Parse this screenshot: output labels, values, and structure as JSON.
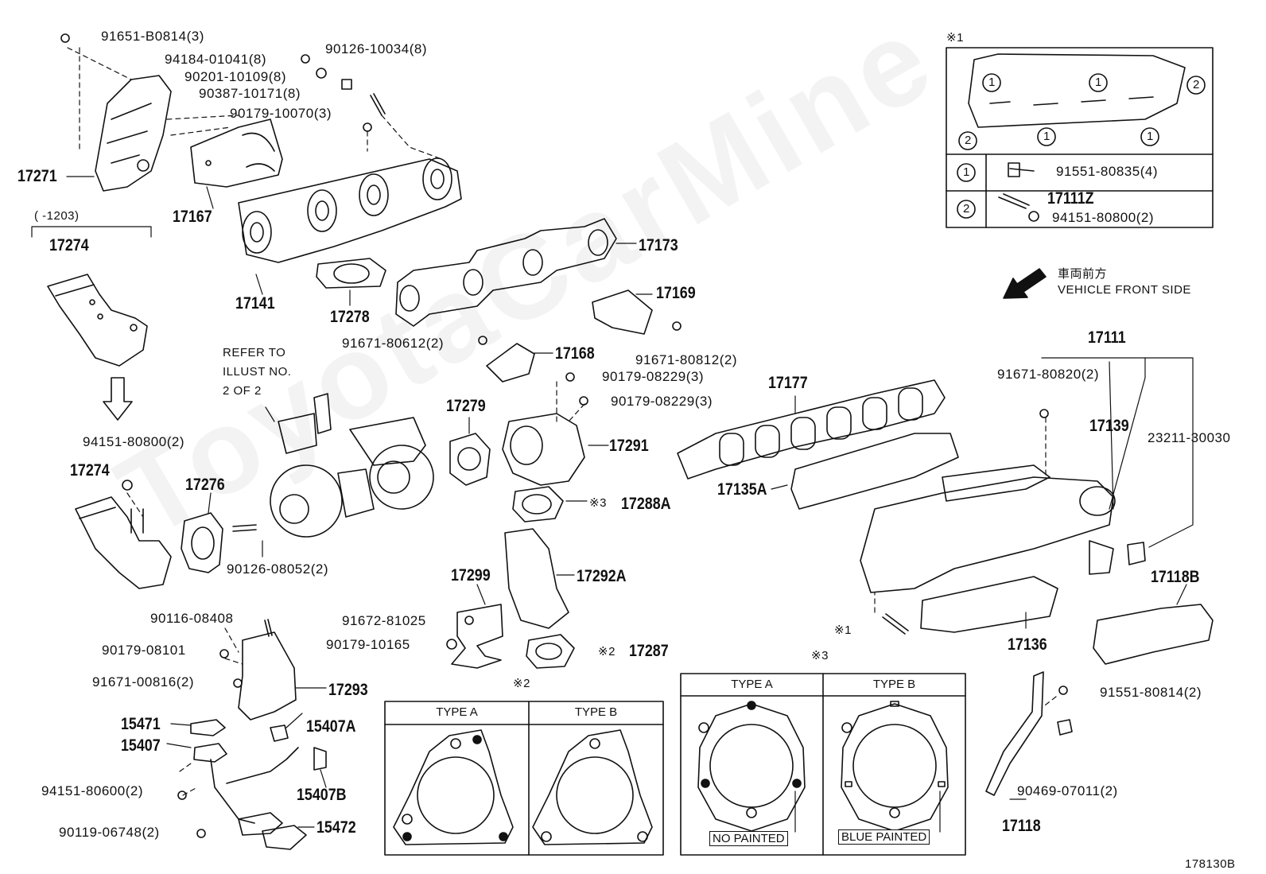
{
  "diagram_code": "178130B",
  "watermark": "ToyotaCarMine",
  "refer_note": "REFER TO\nILLUST NO.\n2 OF 2",
  "range_note": "(      -1203)",
  "front_side": {
    "jp": "車両前方",
    "en": "VEHICLE FRONT SIDE"
  },
  "parts": [
    {
      "code": "17271"
    },
    {
      "code": "17167"
    },
    {
      "code": "17141"
    },
    {
      "code": "17278"
    },
    {
      "code": "17173"
    },
    {
      "code": "17169"
    },
    {
      "code": "17168"
    },
    {
      "code": "17274"
    },
    {
      "code": "17274"
    },
    {
      "code": "17276"
    },
    {
      "code": "17279"
    },
    {
      "code": "17291"
    },
    {
      "code": "17288A"
    },
    {
      "code": "17292A"
    },
    {
      "code": "17299"
    },
    {
      "code": "17287"
    },
    {
      "code": "17293"
    },
    {
      "code": "15471"
    },
    {
      "code": "15407"
    },
    {
      "code": "15407A"
    },
    {
      "code": "15407B"
    },
    {
      "code": "15472"
    },
    {
      "code": "17177"
    },
    {
      "code": "17135A"
    },
    {
      "code": "17111"
    },
    {
      "code": "17139"
    },
    {
      "code": "17136"
    },
    {
      "code": "17118B"
    },
    {
      "code": "17118"
    },
    {
      "code": "17111Z"
    }
  ],
  "fasteners": [
    "91651-B0814(3)",
    "94184-01041(8)",
    "90126-10034(8)",
    "90201-10109(8)",
    "90387-10171(8)",
    "90179-10070(3)",
    "91671-80612(2)",
    "91671-80812(2)",
    "90179-08229(3)",
    "90179-08229(3)",
    "94151-80800(2)",
    "90126-08052(2)",
    "91672-81025",
    "90179-10165",
    "90116-08408",
    "90179-08101",
    "91671-00816(2)",
    "94151-80600(2)",
    "90119-06748(2)",
    "91671-80820(2)",
    "23211-30030",
    "91551-80814(2)",
    "90469-07011(2)",
    "91551-80835(4)",
    "94151-80800(2)"
  ],
  "marks": {
    "m1": "※1",
    "m2": "※2",
    "m3": "※3"
  },
  "detail_box": {
    "circle1": "1",
    "circle2": "2"
  },
  "type_tables": {
    "t2": {
      "a": "TYPE A",
      "b": "TYPE B"
    },
    "t3": {
      "a": "TYPE A",
      "b": "TYPE B",
      "a_note": "NO PAINTED",
      "b_note": "BLUE PAINTED"
    }
  }
}
